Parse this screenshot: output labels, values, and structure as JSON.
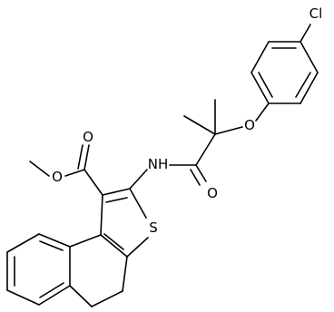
{
  "structure": {
    "atoms": {
      "chlorine": "Cl",
      "ether_oxygen": "O",
      "amide_nitrogen": "NH",
      "amide_oxygen": "O",
      "sulfur": "S",
      "ester_carbonyl_oxygen": "O",
      "ester_oxygen": "O"
    },
    "colors": {
      "bond": "#000000",
      "label": "#000000",
      "background": "#ffffff"
    }
  }
}
